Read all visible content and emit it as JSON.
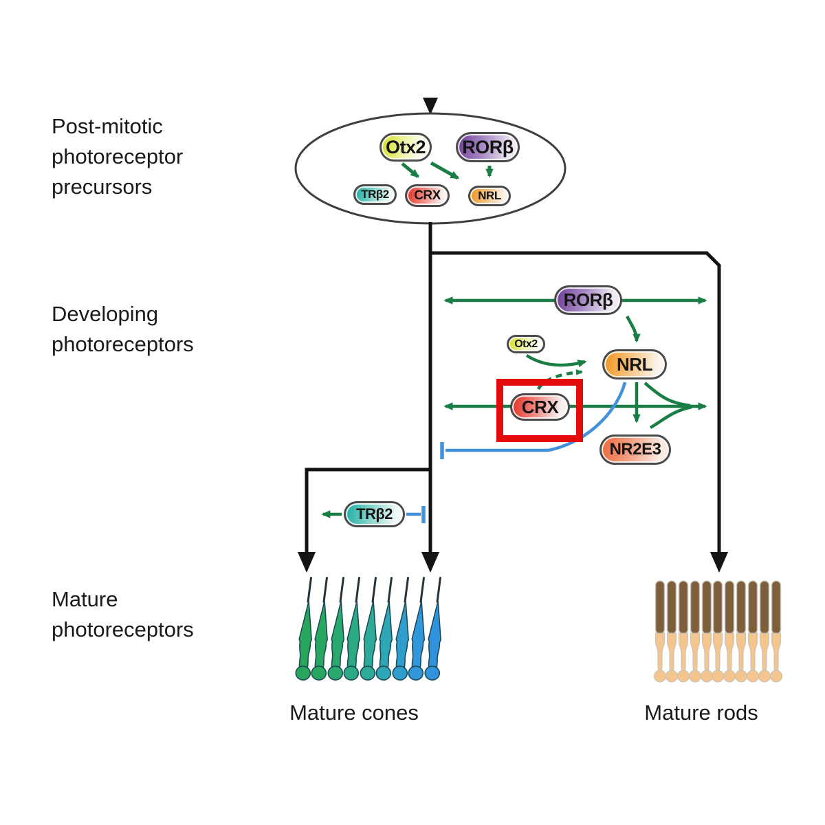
{
  "stage_labels": {
    "precursors": "Post-mitotic\nphotoreceptor\nprecursors",
    "developing": "Developing\nphotoreceptors",
    "mature": "Mature\nphotoreceptors"
  },
  "precursor_pool": {
    "otx2": "Otx2",
    "rorb": "RORβ",
    "trb2": "TRβ2",
    "crx": "CRX",
    "nrl": "NRL"
  },
  "developing_nodes": {
    "rorb": "RORβ",
    "otx2": "Otx2",
    "nrl": "NRL",
    "crx": "CRX",
    "nr2e3": "NR2E3",
    "trb2": "TRβ2"
  },
  "outputs": {
    "cones": "Mature cones",
    "rods": "Mature rods"
  },
  "highlight": {
    "target": "CRX",
    "color": "#e60b0b"
  },
  "colors": {
    "activation_arrow_green": "#1a7d45",
    "inhibition_blue": "#4390db",
    "lineage_black": "#141414",
    "otx2_yellow": "#d5df2e",
    "rorb_purple": "#7b4ba1",
    "trb2_teal": "#2db4a8",
    "crx_red": "#e73f35",
    "nrl_orange": "#f09c2e",
    "nr2e3_coral": "#ee7147",
    "cone_green": "#28a75c",
    "cone_blue": "#3193dd",
    "rod_brown": "#7d5f3c",
    "rod_tan": "#f4c58d"
  }
}
